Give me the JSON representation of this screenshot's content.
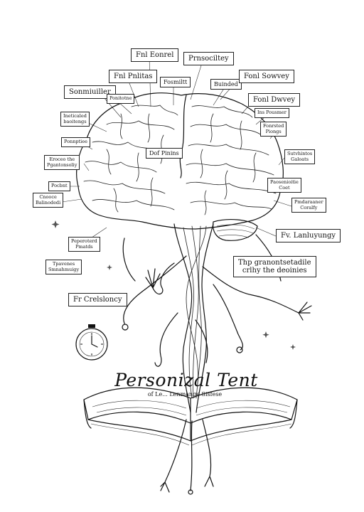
{
  "labels": {
    "l1": "Fnl Eonrel",
    "l2": "Prnsociltey",
    "l3": "Fnl Pnlitas",
    "l4": "Fosmiltt",
    "l5": "Buinded",
    "l6": "Fonl Sowvey",
    "l7": "Sonmiuiller",
    "l8": "Ponitotne",
    "l9": "Fonl Dwvey",
    "l10": "Ineticaled\nbaoitengs",
    "l11": "Ins Pousmer",
    "l12": "Fonrsted\nPiongs",
    "l13": "Ponnptiee",
    "l14": "Sutvhintos\nGaloats",
    "l15": "Eroceo the\nPgantonsoliy",
    "l16": "Dof Pinins",
    "l17": "Pocbnt",
    "l18": "Paosenioitie\nCoet",
    "l19": "Cnooce\nBalinodedi",
    "l20": "Pmdaraaner\nCoralfy",
    "l21": "Peperoterd\nPmatds",
    "l22": "Fv. Lanluyungy",
    "l23": "Tpavenes\nSmnahmuigy",
    "l24": "Thp granontsetadile\ncrlhy the deoinies",
    "l25": "Fr Crelsloncy"
  },
  "book": {
    "title": "Personizal Tent",
    "subtitle": "of Le... Lenmange Sisfese"
  },
  "icons": [
    "stopwatch-icon",
    "sparkle-icon"
  ]
}
